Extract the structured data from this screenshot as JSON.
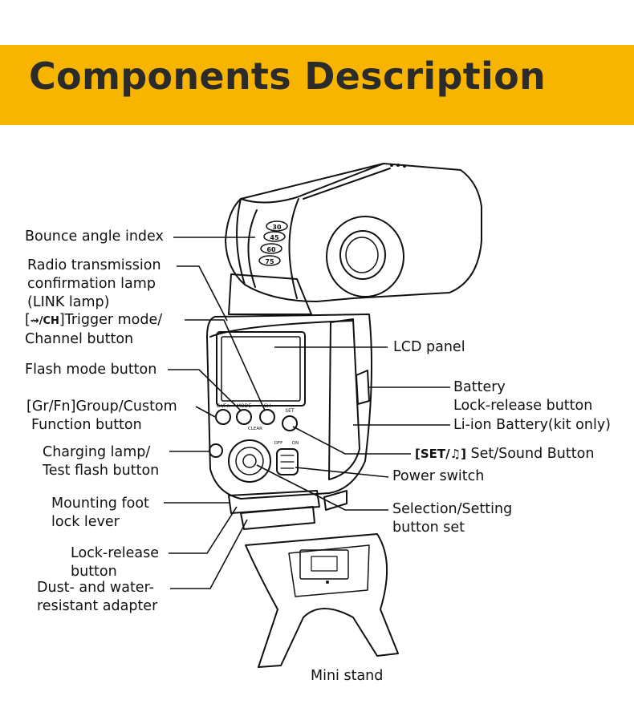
{
  "title": "Components Description",
  "colors": {
    "banner": "#F7B500",
    "title_text": "#2B2B2B",
    "line": "#111111"
  },
  "device_markings": {
    "angles": [
      "30",
      "45",
      "60",
      "75"
    ],
    "buttons": [
      "Gr/Fn",
      "MODE",
      "CH",
      "SET",
      "CLEAR",
      "OFF",
      "ON"
    ]
  },
  "labels": {
    "bounce_angle_index": "Bounce angle index",
    "radio_lamp": [
      "Radio transmission",
      "confirmation lamp",
      "(LINK lamp)"
    ],
    "trigger_mode": {
      "prefix": "[",
      "icon": "⇝/CH",
      "suffix": "]Trigger mode/",
      "line2": "Channel button"
    },
    "flash_mode_button": "Flash mode button",
    "group_custom": [
      "[Gr/Fn]Group/Custom",
      "Function button"
    ],
    "charging_lamp": [
      "Charging lamp/",
      "Test flash button"
    ],
    "mounting_foot": [
      "Mounting foot",
      "lock lever"
    ],
    "lock_release": [
      "Lock-release",
      "button"
    ],
    "dust_adapter": [
      "Dust- and water-",
      "resistant adapter"
    ],
    "mini_stand": "Mini stand",
    "lcd_panel": "LCD panel",
    "battery_release": [
      "Battery",
      "Lock-release button"
    ],
    "li_ion_battery": "Li-ion Battery(kit only)",
    "set_sound": {
      "icon": "[SET/♫]",
      "text": " Set/Sound Button"
    },
    "power_switch": "Power switch",
    "selection_setting": [
      "Selection/Setting",
      "button set"
    ]
  }
}
